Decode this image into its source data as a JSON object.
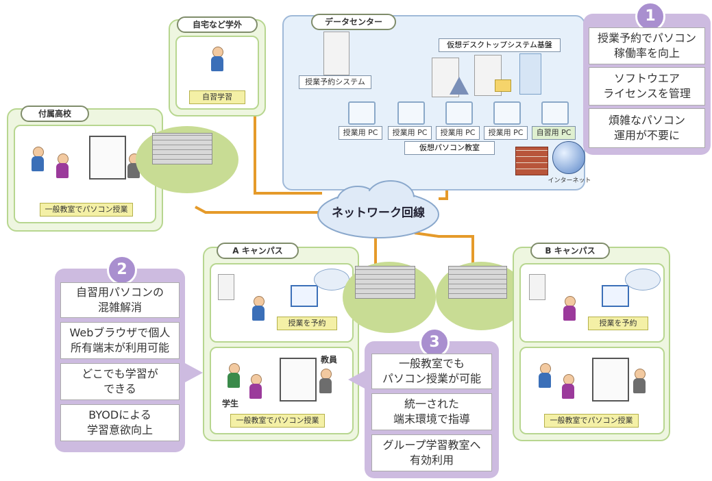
{
  "colors": {
    "network_line": "#e59a2a",
    "network_line_blue": "#2c5aa0",
    "purple_panel": "#cdbbe0",
    "green_panel": "#eef6e0",
    "datacenter": "#e6f0fa"
  },
  "datacenter": {
    "title": "データセンター",
    "reservation_system": "授業予約システム",
    "vdi_platform": "仮想デスクトップシステム基盤",
    "pcs": [
      "授業用 PC",
      "授業用 PC",
      "授業用 PC",
      "授業用 PC",
      "自習用 PC"
    ],
    "virtual_room": "仮想パソコン教室",
    "internet": "インターネット"
  },
  "home": {
    "title": "自宅など学外",
    "label": "自習学習"
  },
  "highschool": {
    "title": "付属高校",
    "label": "一般教室でパソコン授業"
  },
  "network": {
    "label": "ネットワーク回線"
  },
  "campus_a": {
    "title": "A キャンパス",
    "reserve_label": "授業を予約",
    "class_label": "一般教室でパソコン授業",
    "teacher": "教員",
    "student": "学生"
  },
  "campus_b": {
    "title": "B キャンパス",
    "reserve_label": "授業を予約",
    "class_label": "一般教室でパソコン授業"
  },
  "benefits1": {
    "number": "1",
    "items": [
      "授業予約でパソコン\n稼働率を向上",
      "ソフトウエア\nライセンスを管理",
      "煩雑なパソコン\n運用が不要に"
    ]
  },
  "benefits2": {
    "number": "2",
    "items": [
      "自習用パソコンの\n混雑解消",
      "Webブラウザで個人\n所有端末が利用可能",
      "どこでも学習が\nできる",
      "BYODによる\n学習意欲向上"
    ]
  },
  "benefits3": {
    "number": "3",
    "items": [
      "一般教室でも\nパソコン授業が可能",
      "統一された\n端末環境で指導",
      "グループ学習教室へ\n有効利用"
    ]
  }
}
